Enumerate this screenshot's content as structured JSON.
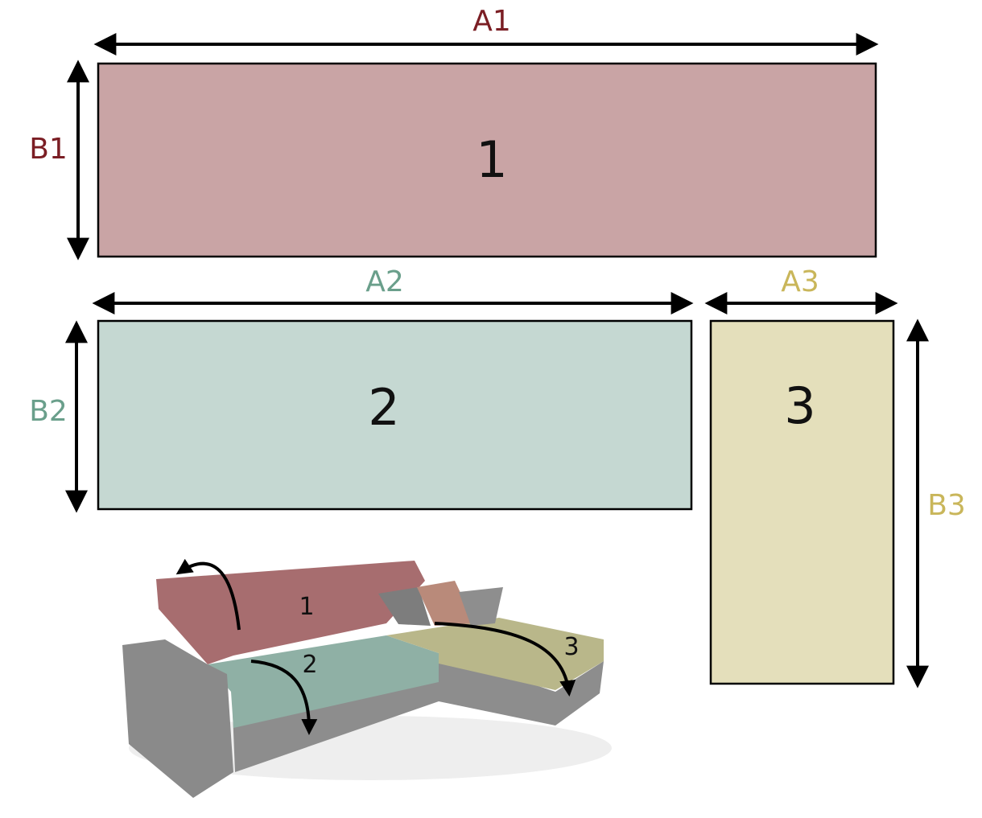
{
  "colors": {
    "panel1": "#c9a4a5",
    "panel2": "#c5d8d2",
    "panel3": "#e4dfbb",
    "label1": "#7b1e24",
    "label2": "#6a9f8b",
    "label3": "#c9b65a",
    "sofa_back": "#a76d6f",
    "sofa_seat": "#8fb0a5",
    "sofa_chaise": "#b9b78a",
    "sofa_grey": "#8d8d8d"
  },
  "panels": [
    {
      "number": "1",
      "width_label": "A1",
      "height_label": "B1"
    },
    {
      "number": "2",
      "width_label": "A2",
      "height_label": "B2"
    },
    {
      "number": "3",
      "width_label": "A3",
      "height_label": "B3"
    }
  ],
  "sofa": {
    "labels": [
      "1",
      "2",
      "3"
    ]
  }
}
